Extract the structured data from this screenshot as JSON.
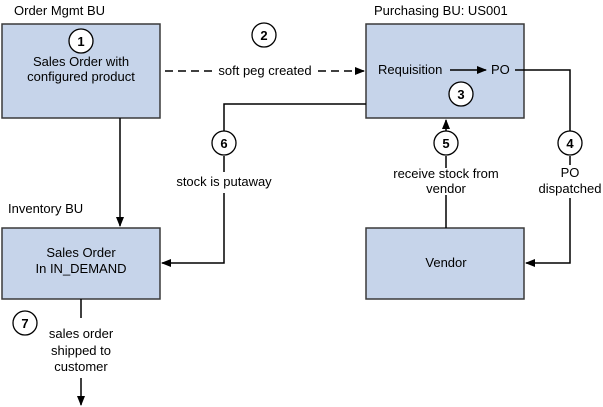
{
  "labels": {
    "order_mgmt_bu": "Order Mgmt  BU",
    "purchasing_bu": "Purchasing BU: US001",
    "inventory_bu": "Inventory BU"
  },
  "boxes": {
    "sales_order_configured": [
      "Sales Order with",
      "configured product"
    ],
    "requisition": "Requisition",
    "po": "PO",
    "sales_order_demand": [
      "Sales Order",
      "In IN_DEMAND"
    ],
    "vendor": "Vendor"
  },
  "steps": {
    "s1": "1",
    "s2": "2",
    "s3": "3",
    "s4": "4",
    "s5": "5",
    "s6": "6",
    "s7": "7"
  },
  "flows": {
    "soft_peg": "soft peg created",
    "stock_putaway": "stock is putaway",
    "receive_stock": [
      "receive stock from",
      "vendor"
    ],
    "po_dispatched": [
      "PO",
      "dispatched"
    ],
    "shipped": [
      "sales order",
      "shipped to",
      "customer"
    ]
  },
  "colors": {
    "box_fill": "#c6d4ea",
    "box_stroke": "#3a3a3a",
    "line": "#000000"
  }
}
